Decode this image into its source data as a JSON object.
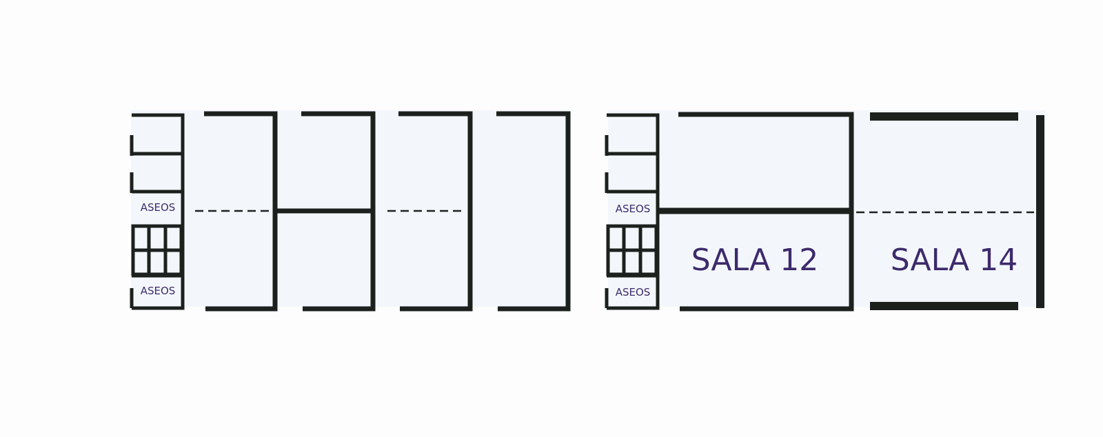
{
  "floorplan": {
    "colors": {
      "wall": "#1d211e",
      "floor": "#f3f7fb",
      "label": "#3d2a6b",
      "background": "#fdfdfe"
    },
    "left_block": {
      "service_labels": [
        "ASEOS",
        "ASEOS"
      ]
    },
    "right_block": {
      "service_labels": [
        "ASEOS",
        "ASEOS"
      ],
      "rooms": [
        {
          "label": "SALA 12"
        },
        {
          "label": "SALA 14"
        }
      ]
    }
  }
}
